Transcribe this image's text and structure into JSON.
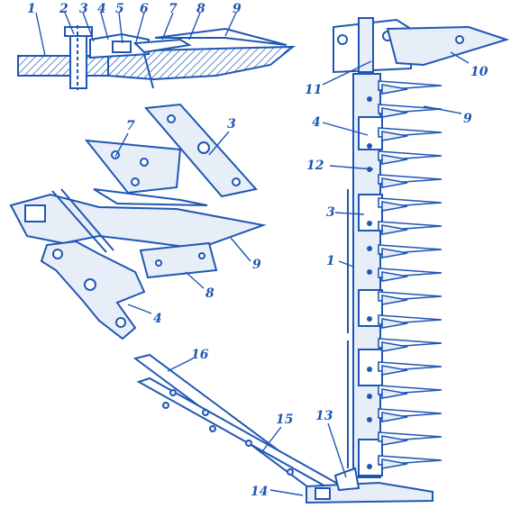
{
  "colors": {
    "ink": "#1f56b4",
    "fill": "#e8eef8",
    "light": "#a9c1e8",
    "background": "#ffffff"
  },
  "labels": {
    "l1a": "1",
    "l2": "2",
    "l3a": "3",
    "l4a": "4",
    "l5": "5",
    "l6": "6",
    "l7a": "7",
    "l8a": "8",
    "l9a": "9",
    "l7b": "7",
    "l3b": "3",
    "l9b": "9",
    "l8b": "8",
    "l4b": "4",
    "l10": "10",
    "l11": "11",
    "l9c": "9",
    "l4c": "4",
    "l12": "12",
    "l3c": "3",
    "l1b": "1",
    "l16": "16",
    "l15": "15",
    "l13": "13",
    "l14": "14"
  }
}
